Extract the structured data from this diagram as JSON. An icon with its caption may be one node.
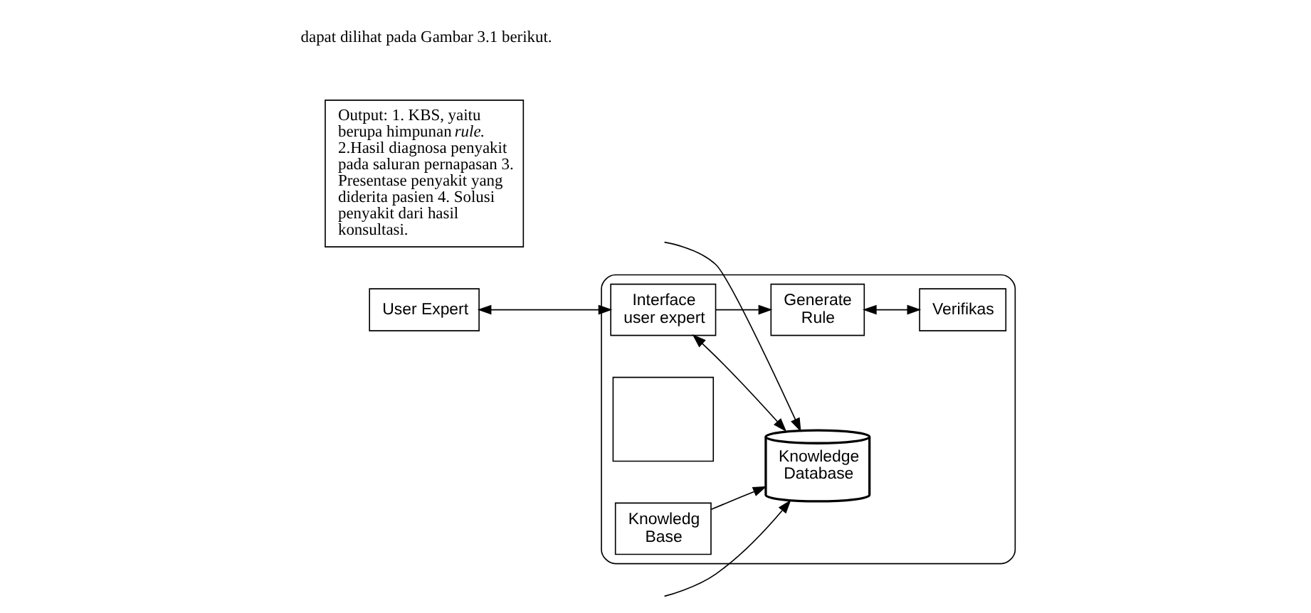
{
  "diagram": {
    "nodes": [
      {
        "text": [],
        "shape": "box"
      },
      {
        "text": [
          "User Expert"
        ]
      },
      {
        "text": [
          "Interface user expert"
        ],
        "in": 0
      },
      {
        "text": [
          "Generate Rule"
        ],
        "in": 0
      },
      {
        "text": [
          "Verifikas"
        ],
        "in": 0
      },
      {
        "text": [],
        "shape": "box",
        "in": 0
      },
      {
        "text": [
          "Output: 1. KBS, yaitu berupa himpunan *rule*. 2.Hasil diagnosa penyakit pada saluran pernapasan 3. Presentase penyakit yang diderita pasien 4. Solusi penyakit dari hasil konsultasi."
        ]
      },
      {
        "text": [
          "Knowledge Database"
        ],
        "in": 0
      },
      {
        "text": [
          "Knowledg Base"
        ],
        "in": 0
      }
    ],
    "edges": [
      {
        "from": 1,
        "to": 2,
        "arrow": "both"
      },
      {
        "from": 2,
        "to": 3,
        "arrow": "to"
      },
      {
        "from": 3,
        "to": 4,
        "arrow": "both"
      },
      {
        "from": 2,
        "to": 7,
        "arrow": "both"
      },
      {
        "from": 8,
        "to": 7,
        "arrow": "to"
      },
      {
        "from": null,
        "to": 7,
        "arrow": "to"
      },
      {
        "from": null,
        "to": 7,
        "arrow": "to"
      }
    ],
    "labels": [
      "dapat dilihat pada Gambar 3.1 berikut."
    ]
  }
}
